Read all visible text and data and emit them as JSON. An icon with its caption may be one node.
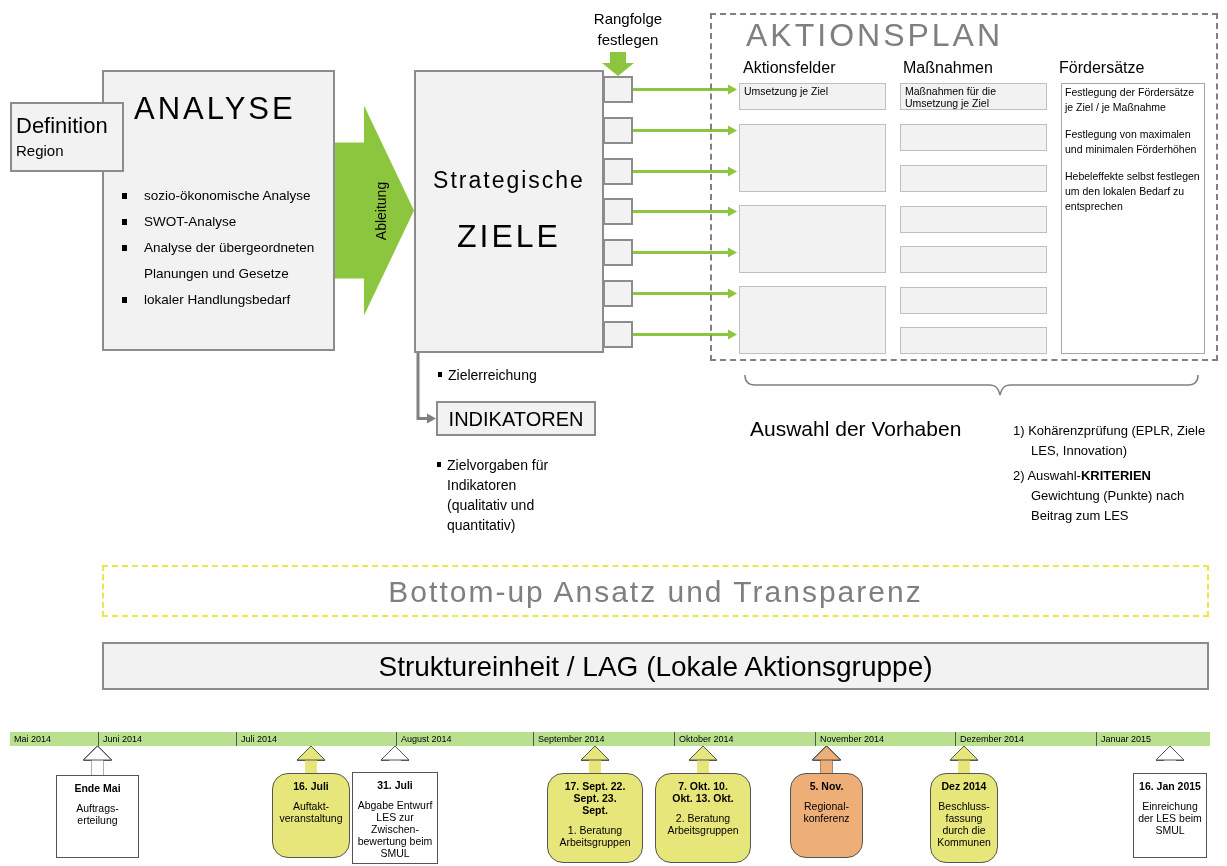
{
  "diagram": {
    "nodes": [
      {
        "text": [
          "Definition",
          "Region"
        ]
      },
      {
        "text": [
          "ANALYSE",
          "sozio-ökonomische Analyse",
          "SWOT-Analyse",
          "Analyse der übergeordneten Planungen und Gesetze",
          "lokaler Handlungsbedarf"
        ]
      },
      {
        "text": [
          "Strategische",
          "ZIELE"
        ]
      },
      {
        "text": [],
        "shape": "box"
      },
      {
        "text": [],
        "shape": "box"
      },
      {
        "text": [],
        "shape": "box"
      },
      {
        "text": [],
        "shape": "box"
      },
      {
        "text": [],
        "shape": "box"
      },
      {
        "text": [],
        "shape": "box"
      },
      {
        "text": [],
        "shape": "box"
      },
      {
        "text": [
          "AKTIONSPLAN"
        ]
      },
      {
        "text": [
          "Umsetzung je Ziel"
        ],
        "in": 10
      },
      {
        "text": [],
        "shape": "box",
        "in": 10
      },
      {
        "text": [],
        "shape": "box",
        "in": 10
      },
      {
        "text": [],
        "shape": "box",
        "in": 10
      },
      {
        "text": [
          "Maßnahmen für die Umsetzung je Ziel"
        ],
        "in": 10
      },
      {
        "text": [],
        "shape": "box",
        "in": 10
      },
      {
        "text": [],
        "shape": "box",
        "in": 10
      },
      {
        "text": [],
        "shape": "box",
        "in": 10
      },
      {
        "text": [],
        "shape": "box",
        "in": 10
      },
      {
        "text": [],
        "shape": "box",
        "in": 10
      },
      {
        "text": [],
        "shape": "box",
        "in": 10
      },
      {
        "text": [
          "Festlegung der Fördersätze je Ziel / je Maßnahme",
          "Festlegung von maximalen und minimalen Förderhöhen",
          "Hebeleffekte selbst festlegen um den lokalen Bedarf zu entsprechen"
        ],
        "in": 10
      },
      {
        "text": [
          "Rangfolge festlegen"
        ]
      },
      {
        "text": [
          "INDIKATOREN"
        ],
        "beside": [
          "Zielvorgaben für Indikatoren (qualitativ und quantitativ)"
        ]
      },
      {
        "text": [
          "Bottom-up Ansatz und Transparenz"
        ]
      },
      {
        "text": [
          "Struktureinheit / LAG (Lokale Aktionsgruppe)"
        ]
      },
      {
        "text": [
          "Mai 2014",
          "Juni 2014",
          "Juli 2014",
          "August 2014",
          "September 2014",
          "Oktober 2014",
          "November 2014",
          "Dezember 2014",
          "Januar 2015"
        ]
      },
      {
        "text": [
          "Ende Mai",
          "Auftrags- erteilung"
        ]
      },
      {
        "text": [
          "16. Juli",
          "Auftakt- veranstaltung"
        ]
      },
      {
        "text": [
          "31. Juli",
          "Abgabe Entwurf LES zur Zwischen- bewertung beim SMUL"
        ]
      },
      {
        "text": [
          "17. Sept. 22. Sept. 23. Sept.",
          "1. Beratung Arbeitsgruppen"
        ]
      },
      {
        "text": [
          "7. Okt. 10. Okt. 13. Okt.",
          "2. Beratung Arbeitsgruppen"
        ]
      },
      {
        "text": [
          "5. Nov.",
          "Regional- konferenz"
        ]
      },
      {
        "text": [
          "Dez 2014",
          "Beschluss- fassung durch die Kommunen"
        ]
      },
      {
        "text": [
          "16. Jan 2015",
          "Einreichung der LES beim SMUL"
        ]
      }
    ],
    "edges": [
      {
        "from": 1,
        "to": 2,
        "arrow": "to",
        "label": "Ableitung",
        "style": "thick"
      },
      {
        "from": 23,
        "to": 3,
        "arrow": "to"
      },
      {
        "from": 3,
        "to": 11,
        "arrow": "to"
      },
      {
        "from": 4,
        "to": 12,
        "arrow": "to"
      },
      {
        "from": 5,
        "to": 12,
        "arrow": "to"
      },
      {
        "from": 6,
        "to": 13,
        "arrow": "to"
      },
      {
        "from": 7,
        "to": 13,
        "arrow": "to"
      },
      {
        "from": 8,
        "to": 14,
        "arrow": "to"
      },
      {
        "from": 9,
        "to": 14,
        "arrow": "to"
      },
      {
        "from": 2,
        "to": 24,
        "arrow": "to",
        "label": "Zielerreichung",
        "color": "#808080"
      },
      {
        "from": 28,
        "to": 27,
        "arrow": "to",
        "color": "#ffffff"
      },
      {
        "from": 29,
        "to": 27,
        "arrow": "to",
        "color": "#e6e67a"
      },
      {
        "from": 30,
        "to": 27,
        "arrow": "to",
        "color": "#ffffff"
      },
      {
        "from": 31,
        "to": 27,
        "arrow": "to",
        "color": "#e6e67a"
      },
      {
        "from": 32,
        "to": 27,
        "arrow": "to",
        "color": "#e6e67a"
      },
      {
        "from": 33,
        "to": 27,
        "arrow": "to",
        "color": "#eeae78"
      },
      {
        "from": 34,
        "to": 27,
        "arrow": "to",
        "color": "#e6e67a"
      },
      {
        "from": 35,
        "to": 27,
        "arrow": "to",
        "color": "#ffffff"
      }
    ],
    "labels": [
      "Aktionsfelder",
      "Maßnahmen",
      "Fördersätze",
      "Auswahl der Vorhaben",
      "1) Kohärenzprüfung (EPLR, Ziele LES, Innovation)",
      "2) Auswahl-**KRITERIEN** Gewichtung (Punkte) nach Beitrag zum LES"
    ]
  }
}
